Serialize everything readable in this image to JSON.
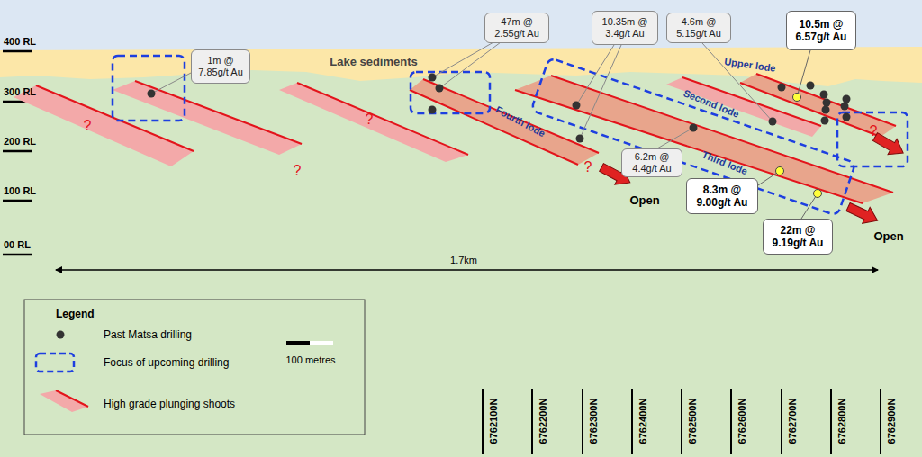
{
  "diagram": {
    "nodes": [
      {
        "text": [
          "1m @ 7.85g/t Au"
        ]
      },
      {
        "text": [
          "47m @ 2.55g/t Au"
        ]
      },
      {
        "text": [
          "10.35m @ 3.4g/t Au"
        ]
      },
      {
        "text": [
          "4.6m @ 5.15g/t Au"
        ]
      },
      {
        "text": [
          "10.5m @ 6.57g/t Au"
        ]
      },
      {
        "text": [
          "Upper lode"
        ]
      },
      {
        "text": [
          "Second lode"
        ]
      },
      {
        "text": [
          "Fourth lode"
        ]
      },
      {
        "text": [
          "Third lode"
        ]
      },
      {
        "text": [
          "6.2m @ 4.4g/t Au"
        ]
      },
      {
        "text": [
          "8.3m @ 9.00g/t Au"
        ]
      },
      {
        "text": [
          "22m @ 9.19g/t Au"
        ]
      }
    ],
    "labels": [
      "400 RL",
      "300 RL",
      "200 RL",
      "100 RL",
      "00 RL",
      "Lake sediments",
      "?",
      "?",
      "?",
      "?",
      "?",
      "Open",
      "Open",
      "1.7km",
      "Legend",
      "100 metres",
      "6762100N",
      "6762200N",
      "6762300N",
      "6762400N",
      "6762500N",
      "6762600N",
      "6762700N",
      "6762800N",
      "6762900N"
    ],
    "legend": [
      {
        "text": "Past Matsa drilling"
      },
      {
        "text": "Focus of upcoming drilling"
      },
      {
        "text": "High grade plunging shoots"
      }
    ]
  }
}
